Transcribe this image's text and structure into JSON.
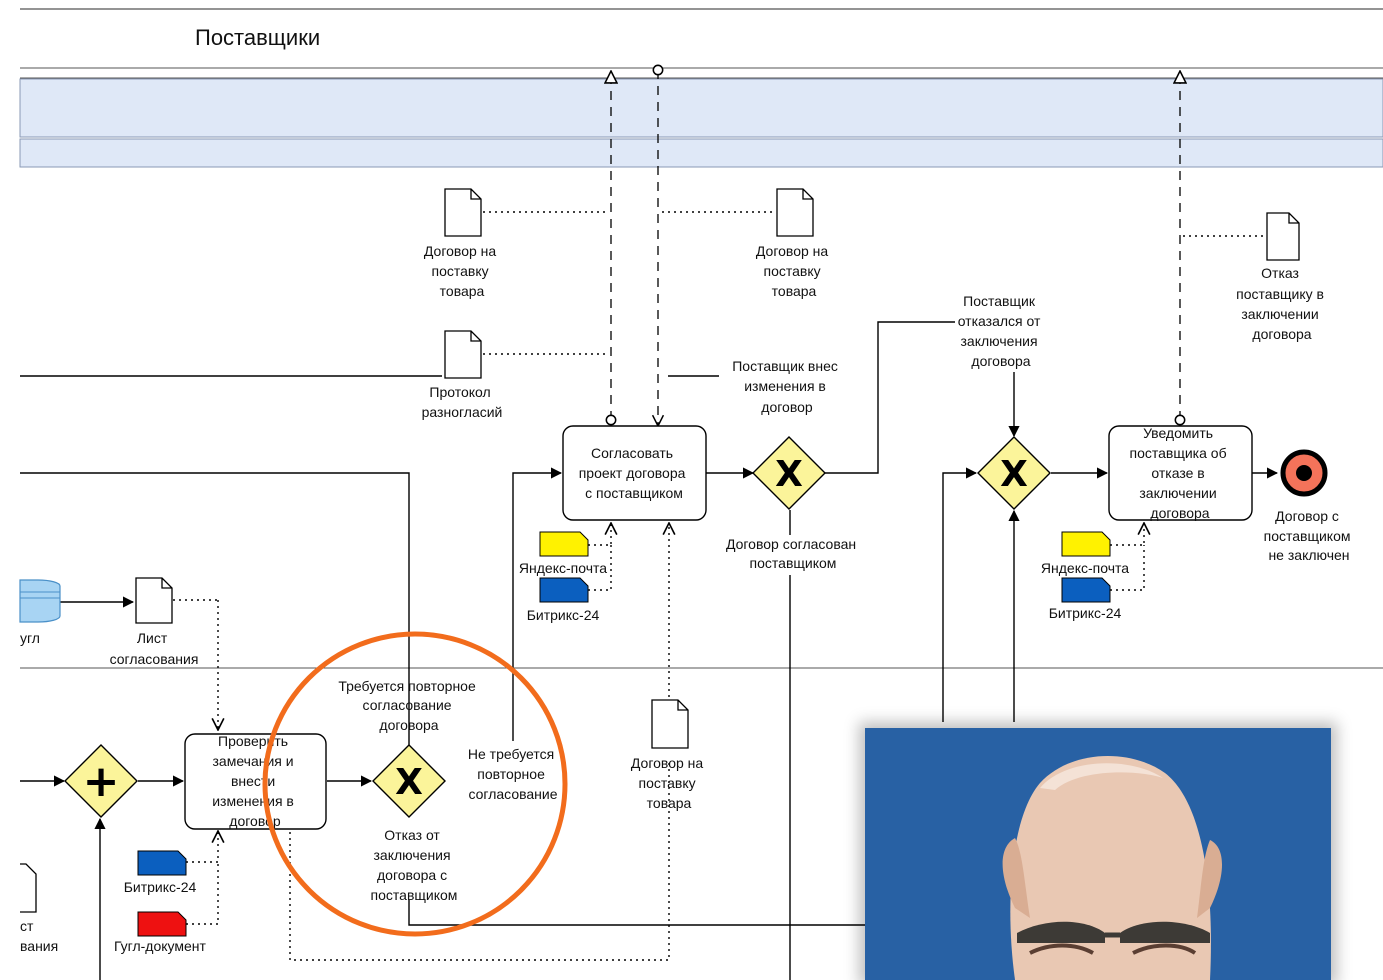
{
  "pool": {
    "title": "Поставщики"
  },
  "tasks": {
    "agree": [
      "Согласовать",
      "проект договора",
      "с поставщиком"
    ],
    "notify": [
      "Уведомить",
      "поставщика об",
      "отказе в",
      "заключении",
      "договора"
    ],
    "check": [
      "Проверить",
      "замечания и",
      "внести",
      "изменения в",
      "договор"
    ]
  },
  "documents": {
    "contract_1": [
      "Договор на",
      "поставку",
      "товара"
    ],
    "contract_2": [
      "Договор на",
      "поставку",
      "товара"
    ],
    "protocol": [
      "Протокол",
      "разногласий"
    ],
    "refusal": [
      "Отказ",
      "поставщику в",
      "заключении",
      "договора"
    ],
    "approval_sheet": [
      "Лист",
      "согласования"
    ],
    "contract_3": [
      "Договор на",
      "поставку",
      "товара"
    ],
    "left_sheet": [
      "ст",
      "вания"
    ]
  },
  "flow_labels": {
    "supplier_changed": [
      "Поставщик внес",
      "изменения в",
      "договор"
    ],
    "supplier_refused": [
      "Поставщик",
      "отказался от",
      "заключения",
      "договора"
    ],
    "contract_agreed": [
      "Договор согласован",
      "поставщиком"
    ],
    "reapproval_needed": [
      "Требуется повторное",
      "согласование",
      "договора"
    ],
    "no_reapproval": [
      "Не требуется",
      "повторное",
      "согласование"
    ],
    "refusal_to_contract": [
      "Отказ от",
      "заключения",
      "договора с",
      "поставщиком"
    ]
  },
  "end_event": {
    "label": [
      "Договор с",
      "поставщиком",
      "не заключен"
    ]
  },
  "systems": {
    "yandex_1": "Яндекс-почта",
    "bitrix_1": "Битрикс-24",
    "yandex_2": "Яндекс-почта",
    "bitrix_2": "Битрикс-24",
    "bitrix_3": "Битрикс-24",
    "google_doc": "Гугл-документ",
    "google_db": "угл"
  },
  "gateway_symbols": {
    "exclusive": "X",
    "parallel": "+"
  },
  "colors": {
    "gateway_fill": "#fbf49a",
    "lane_fill": "#dfe8f7",
    "yellow_system": "#fff200",
    "blue_system": "#0b5fbf",
    "red_system": "#ee1111",
    "db_fill": "#a8d4f3",
    "highlight_circle": "#f26c1c",
    "end_event_fill": "#f4735a",
    "photo_background": "#2b67ac"
  },
  "icons": [
    "document-icon",
    "data-store-icon",
    "end-event-icon",
    "exclusive-gateway-icon",
    "parallel-gateway-icon",
    "portrait-photo"
  ]
}
